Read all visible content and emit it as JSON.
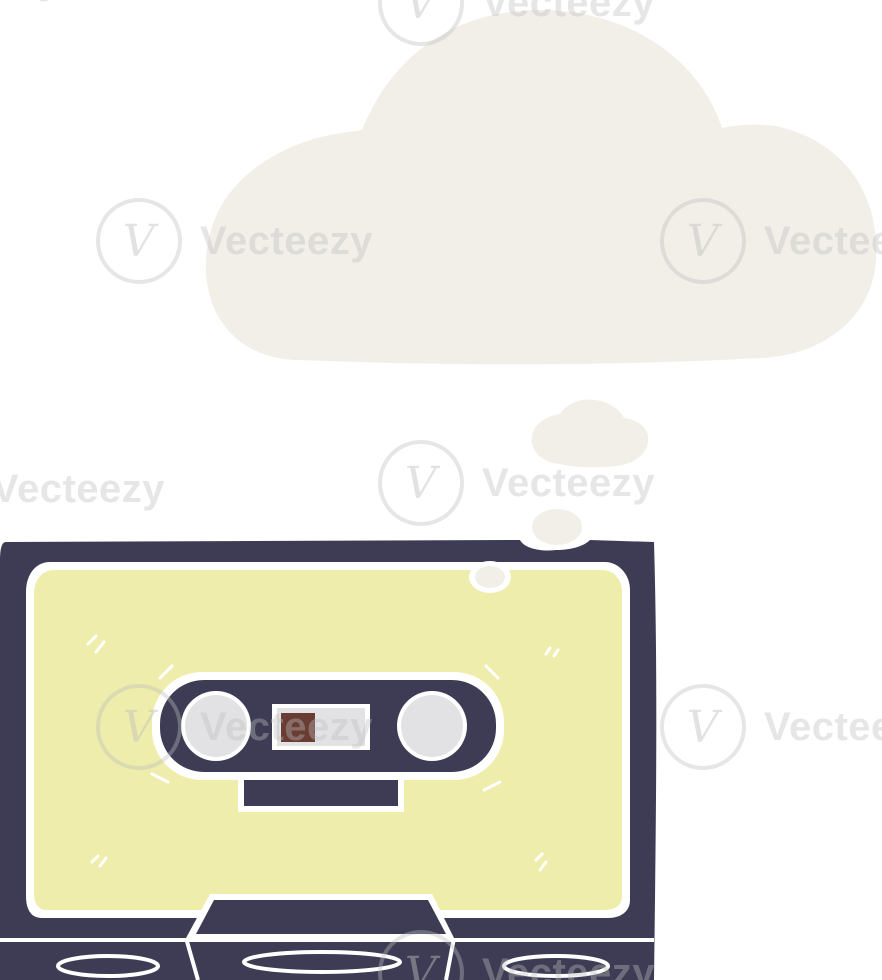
{
  "image": {
    "description_name": "cassette-tape-thought-bubble",
    "colors": {
      "cloud": "#f1efe8",
      "cassette_body": "#3e3c55",
      "label": "#eeedab",
      "outline": "#ffffff",
      "reel": "#e2e2e4",
      "window": "#6a3d34"
    }
  },
  "watermark": {
    "text": "Vecteezy",
    "logo_glyph": "V"
  }
}
